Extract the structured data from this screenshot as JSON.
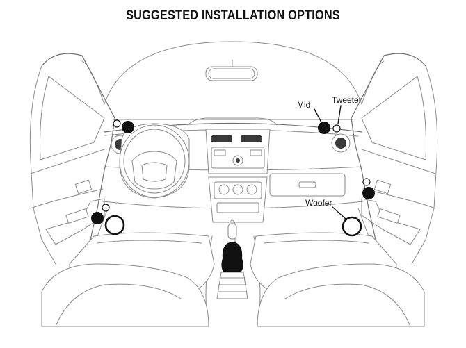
{
  "title": "SUGGESTED INSTALLATION OPTIONS",
  "labels": {
    "mid": "Mid",
    "tweeter": "Tweeter",
    "woofer": "Woofer"
  },
  "colors": {
    "line": "#8a8a8a",
    "speaker": "#111111",
    "background": "#ffffff"
  }
}
